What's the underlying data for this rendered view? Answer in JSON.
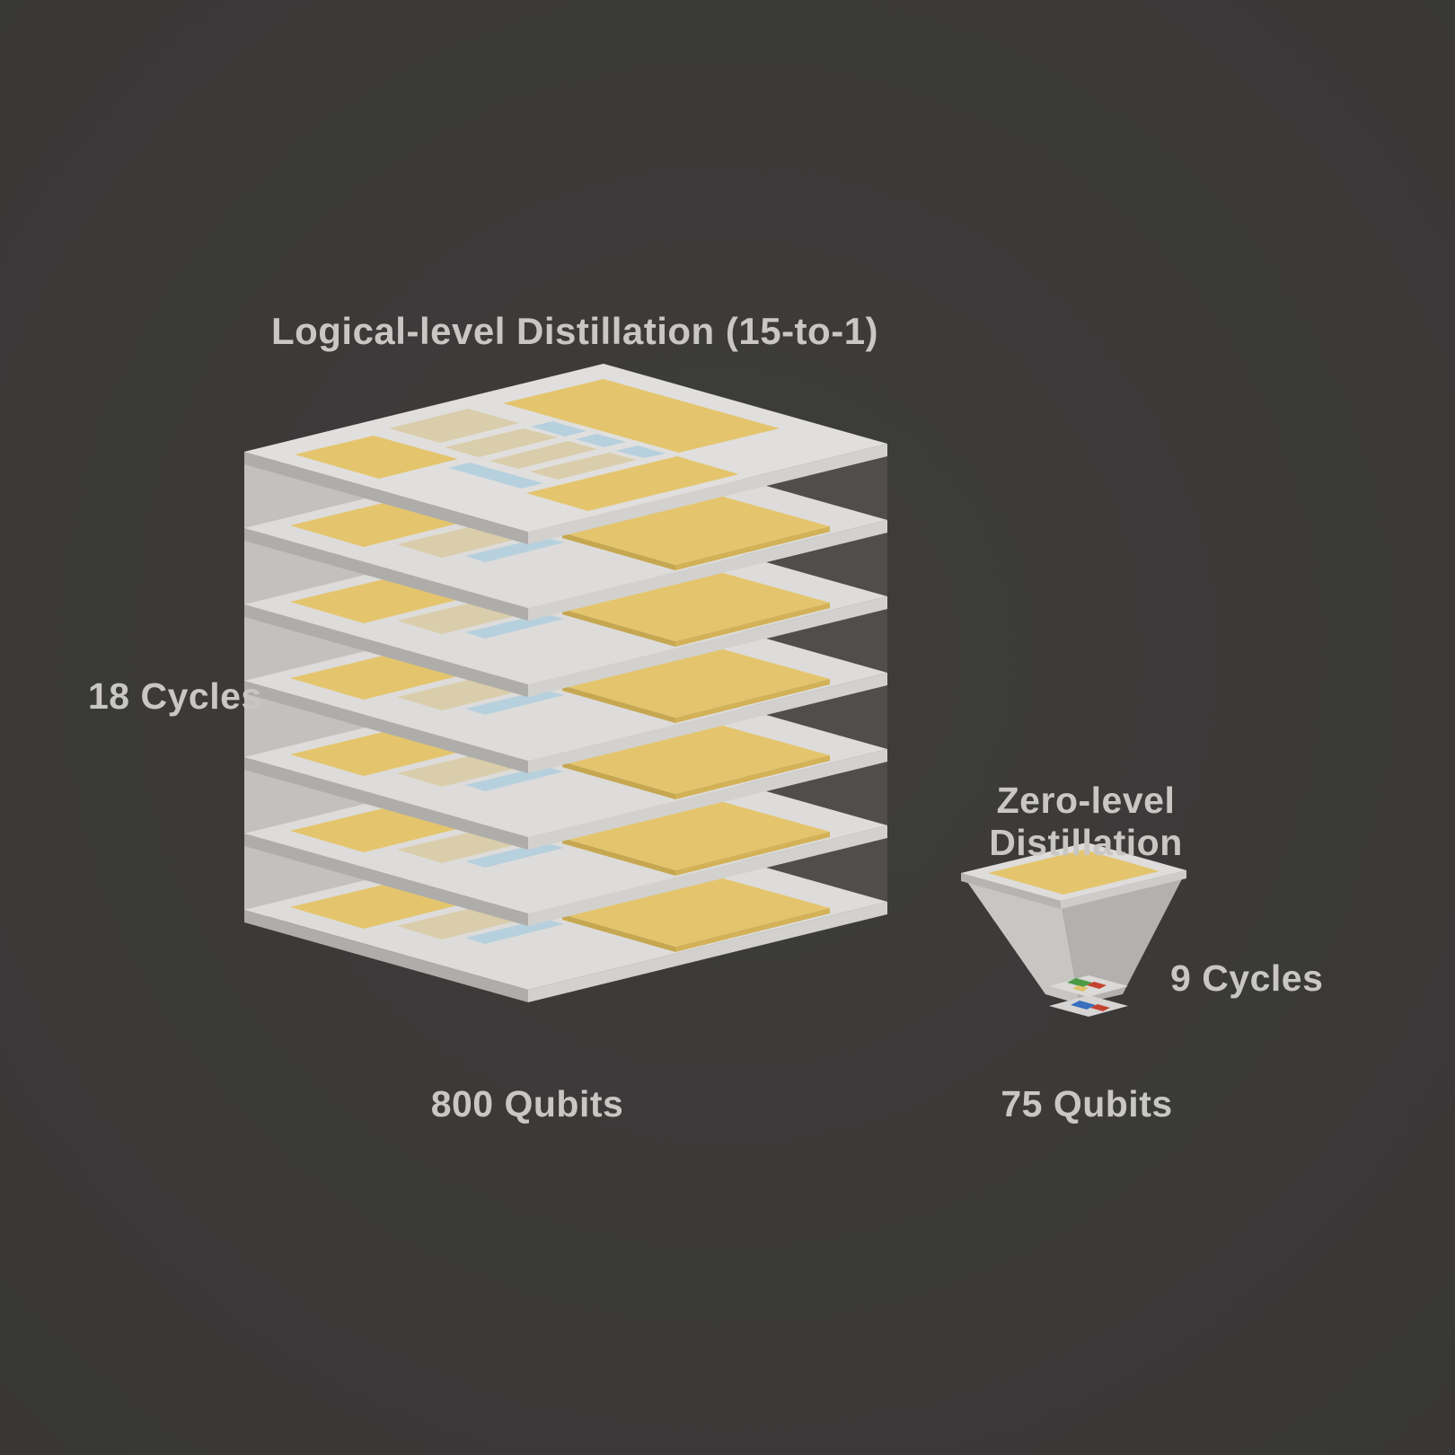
{
  "figure": {
    "background": "#3a3938",
    "text_color": "#c8c7c4"
  },
  "left_figure": {
    "title": "Logical-level Distillation (15-to-1)",
    "cycles_label": "18 Cycles",
    "qubits_label": "800 Qubits",
    "layer_count": 7
  },
  "right_figure": {
    "title": "Zero-level Distillation",
    "cycles_label": "9 Cycles",
    "qubits_label": "75 Qubits"
  },
  "legend_colors": {
    "plate_surface": "#dddcda",
    "magic_state_yellow": "#e4c56e",
    "data_patch_tan": "#d9cdab",
    "routing_patch_blue": "#b7d0de",
    "wall_light": "#c2c1be",
    "wall_shadow": "#504e4b",
    "output_green": "#4c9a44",
    "output_red": "#c4432f",
    "output_blue": "#3a6fbf"
  }
}
